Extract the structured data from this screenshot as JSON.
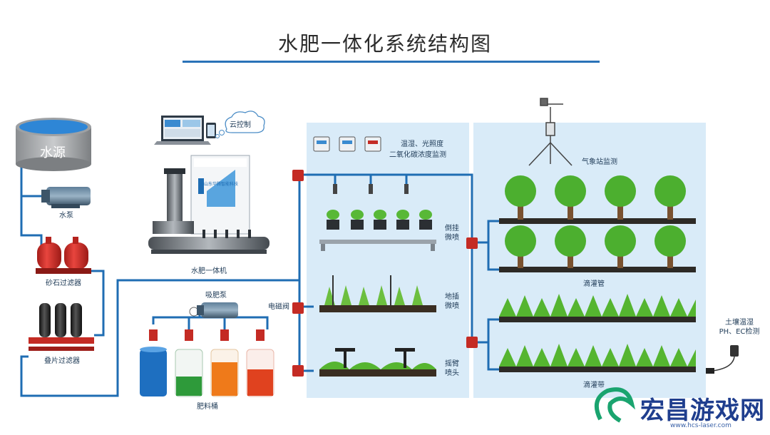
{
  "title": "水肥一体化系统结构图",
  "labels": {
    "water_source": "水源",
    "pump": "水泵",
    "sand_filter": "砂石过滤器",
    "disc_filter": "叠片过滤器",
    "cloud_control": "云控制",
    "fertigation_machine": "水肥一体机",
    "fertilizer_pump": "吸肥泵",
    "fertilizer_bucket": "肥料桶",
    "solenoid_valve": "电磁阀",
    "env_monitor_1": "温湿、光照度",
    "env_monitor_2": "二氧化碳浓度监测",
    "weather_station": "气象站监测",
    "hanging_1": "倒挂",
    "hanging_2": "微喷",
    "ground_1": "地插",
    "ground_2": "微喷",
    "rocker_1": "摇臂",
    "rocker_2": "喷头",
    "drip_pipe": "滴灌管",
    "drip_belt": "滴灌带",
    "soil_1": "土壤温湿",
    "soil_2": "PH、EC检测",
    "device_brand": "山东华腾智能科技"
  },
  "watermark": {
    "text": "宏昌游戏网",
    "url": "www.hcs-laser.com"
  },
  "colors": {
    "pipe": "#1f6db3",
    "zone": "#d9ebf8",
    "title_line": "#2a73b8",
    "filter_red": "#d32b26",
    "plant_green": "#4caf2f"
  },
  "buckets": [
    {
      "liquid": "#1e6fc0"
    },
    {
      "liquid": "#2e9a3a"
    },
    {
      "liquid": "#ef7a1a"
    },
    {
      "liquid": "#e0421f"
    }
  ]
}
